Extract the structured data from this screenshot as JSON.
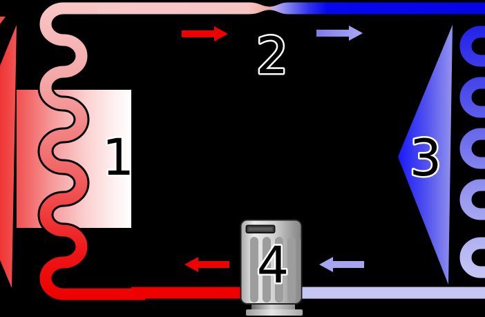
{
  "diagram": {
    "labels": {
      "condenser": "1",
      "expansion_valve": "2",
      "evaporator": "3",
      "compressor": "4"
    },
    "colors": {
      "background": "#000000",
      "hot": "#ee0000",
      "hot_light": "#f8c8c8",
      "cold": "#0404e8",
      "cold_light": "#c6c6f4",
      "hot_flow_arrow": "#ee0000",
      "cold_flow_arrow_top": "#8f8ff0",
      "cold_flow_arrow_bottom": "#a5a5f0"
    }
  }
}
